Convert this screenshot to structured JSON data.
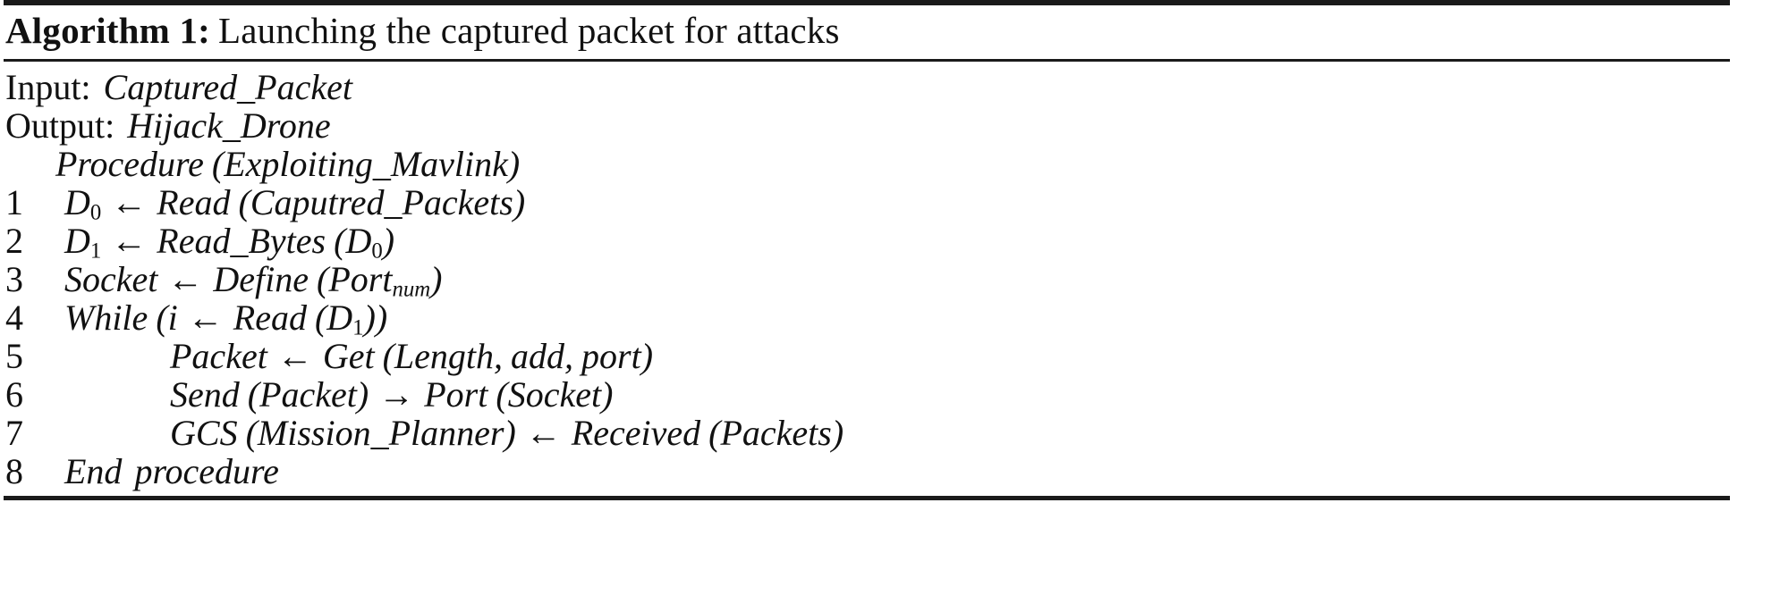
{
  "caption": {
    "label": "Algorithm 1:",
    "text": "Launching the captured packet for attacks"
  },
  "io": {
    "input_label": "Input:",
    "input_value": "Captured_Packet",
    "output_label": "Output:",
    "output_value": "Hijack_Drone"
  },
  "procedure": {
    "keyword": "Procedure",
    "open_paren": "(",
    "name": "Exploiting_Mavlink",
    "close_paren": ")"
  },
  "lines": [
    {
      "no": "1",
      "text": "D0 ← Read (Caputred_Packets)",
      "lhs": "D",
      "lhs_sub": "0",
      "arrow": "←",
      "fn": "Read",
      "args_open": "(",
      "args": "Caputred_Packets",
      "args_close": ")"
    },
    {
      "no": "2",
      "text": "D1 ← Read_Bytes (D0)",
      "lhs": "D",
      "lhs_sub": "1",
      "arrow": "←",
      "fn": "Read_Bytes",
      "args_open": "(",
      "args": "D",
      "args_sub": "0",
      "args_close": ")"
    },
    {
      "no": "3",
      "text": "Socket ← Define (Portnum)",
      "lhs": "Socket",
      "arrow": "←",
      "fn": "Define",
      "args_open": "(",
      "args": "Port",
      "args_sub": "num",
      "args_close": ")"
    },
    {
      "no": "4",
      "text": "While (i ← Read (D1))",
      "keyword": "While",
      "open": "(",
      "var": "i",
      "arrow": "←",
      "fn": "Read",
      "args_open": "(",
      "args": "D",
      "args_sub": "1",
      "args_close": ")",
      "close": ")"
    },
    {
      "no": "5",
      "text": "Packet ← Get (Length, add, port)",
      "lhs": "Packet",
      "arrow": "←",
      "fn": "Get",
      "args_open": "(",
      "arg1": "Length",
      "comma1": ",",
      "arg2": "add",
      "comma2": ",",
      "arg3": "port",
      "args_close": ")"
    },
    {
      "no": "6",
      "text": "Send (Packet) → Port (Socket)",
      "fn": "Send",
      "args_open": "(",
      "args": "Packet",
      "args_close": ")",
      "arrow": "→",
      "fn2": "Port",
      "args2_open": "(",
      "args2": "Socket",
      "args2_close": ")"
    },
    {
      "no": "7",
      "text": "GCS (Mission_Planner) ← Received (Packets)",
      "fn": "GCS",
      "args_open": "(",
      "args": "Mission_Planner",
      "args_close": ")",
      "arrow": "←",
      "fn2": "Received",
      "args2_open": "(",
      "args2": "Packets",
      "args2_close": ")"
    },
    {
      "no": "8",
      "text": "End procedure",
      "keyword": "End",
      "word": "procedure"
    }
  ],
  "colors": {
    "rule": "#1a1a1a",
    "text": "#111111",
    "background": "#ffffff"
  }
}
